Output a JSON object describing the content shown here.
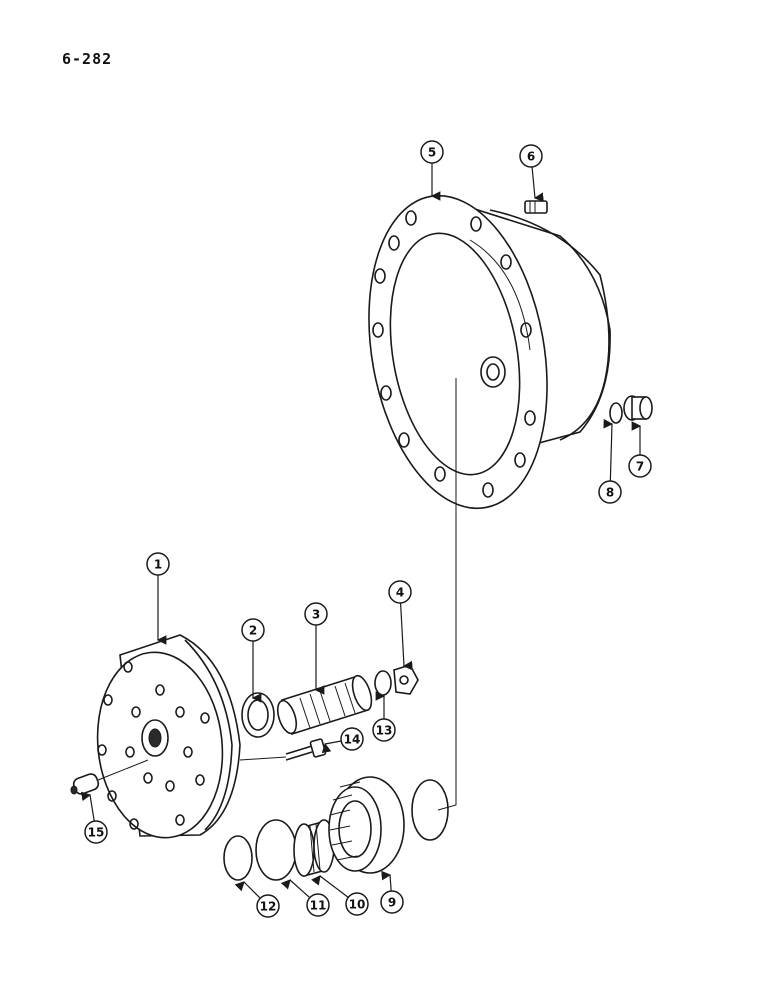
{
  "page_code": "6-282",
  "callouts": [
    "1",
    "2",
    "3",
    "4",
    "5",
    "6",
    "7",
    "8",
    "9",
    "10",
    "11",
    "12",
    "13",
    "14",
    "15"
  ]
}
